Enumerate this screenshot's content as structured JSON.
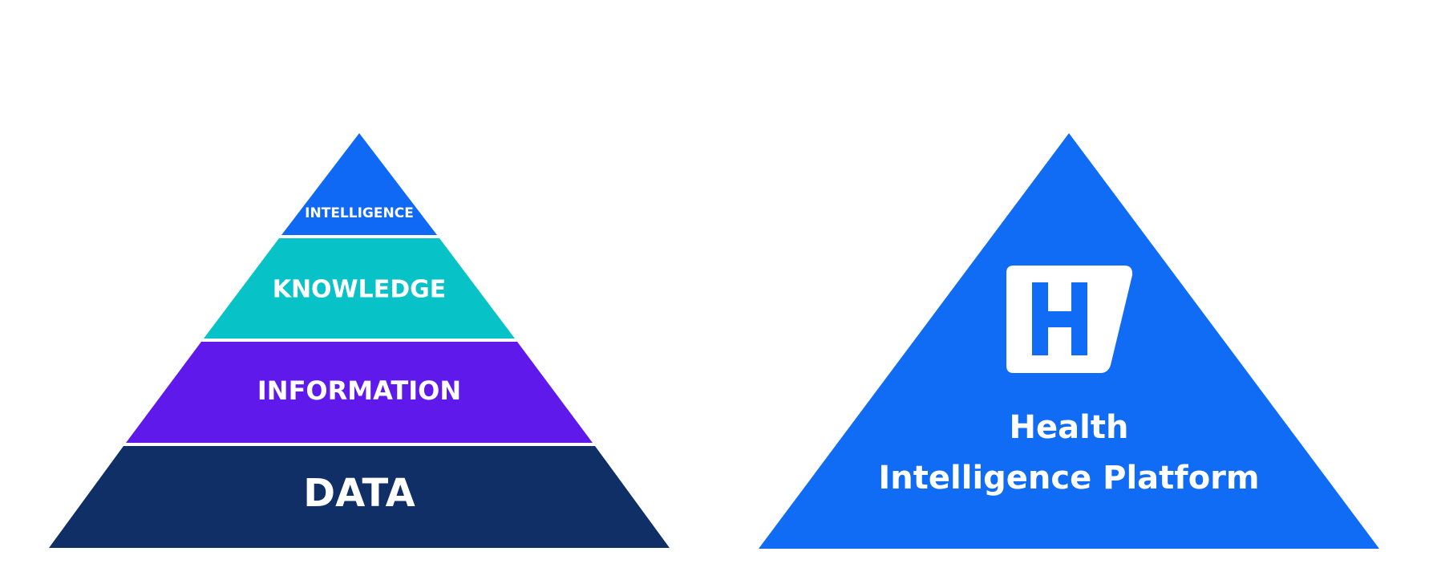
{
  "pyramid": {
    "layers": [
      {
        "label": "INTELLIGENCE",
        "color": "#1069f5"
      },
      {
        "label": "KNOWLEDGE",
        "color": "#07c3c7"
      },
      {
        "label": "INFORMATION",
        "color": "#5f1aeb"
      },
      {
        "label": "DATA",
        "color": "#0f2f66"
      }
    ]
  },
  "platform": {
    "color": "#116cf5",
    "logo_icon": "h-logo-icon",
    "title_line1": "Health",
    "title_line2": "Intelligence Platform"
  }
}
